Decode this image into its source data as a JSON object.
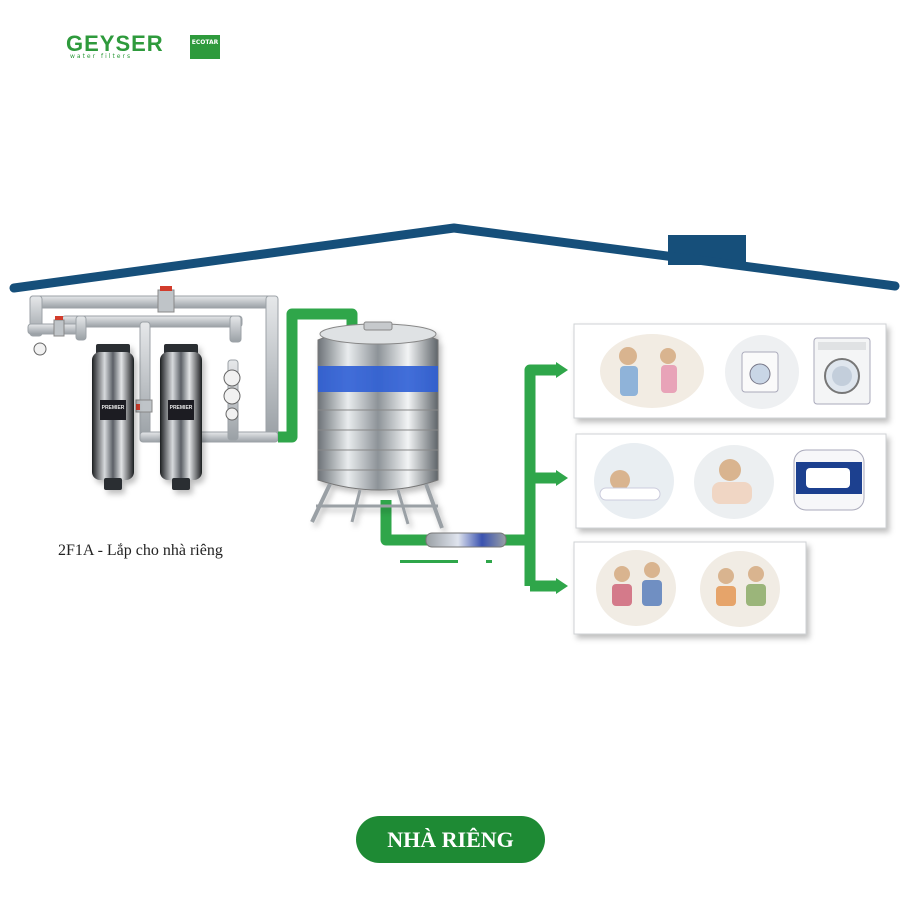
{
  "brand": {
    "name": "GEYSER",
    "tagline": "water filters",
    "badge": "ECOTAR",
    "color": "#2e9a3c"
  },
  "caption": "2F1A - Lắp cho nhà riêng",
  "cta": {
    "label": "NHÀ RIÊNG",
    "color": "#1e8a34"
  },
  "filters": [
    {
      "label": "PREMIER"
    },
    {
      "label": "PREMIER"
    }
  ],
  "colors": {
    "roof": "#164f7a",
    "pipe_green": "#2fa64a",
    "pipe_grey": "#c9cdd0",
    "tank_band": "#2f5fd6"
  },
  "icons": {
    "panel1": [
      "laundry-family-icon",
      "washing-machine-icon",
      "washer-appliance-icon"
    ],
    "panel2": [
      "bath-icon",
      "face-wash-icon",
      "water-heater-icon"
    ],
    "panel3": [
      "family-cooking-icon",
      "family-dining-icon"
    ]
  }
}
